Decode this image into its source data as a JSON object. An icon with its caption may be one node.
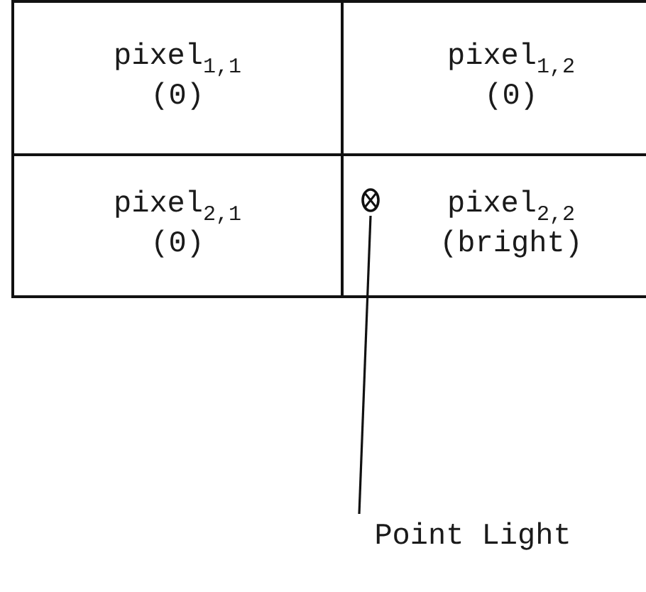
{
  "diagram": {
    "nodes": [
      {
        "text": [
          "pixel$_{1,1}$",
          "(0)"
        ]
      },
      {
        "text": [
          "pixel$_{1,2}$",
          "(0)"
        ]
      },
      {
        "text": [
          "pixel$_{2,1}$",
          "(0)"
        ]
      },
      {
        "text": [
          "pixel$_{2,2}$",
          "(bright)"
        ]
      },
      {
        "text": [],
        "shape": "circle",
        "in": 3
      },
      {
        "text": [
          "Point Light"
        ]
      }
    ],
    "edges": [
      {
        "from": 5,
        "to": 4,
        "arrow": "none"
      }
    ]
  }
}
